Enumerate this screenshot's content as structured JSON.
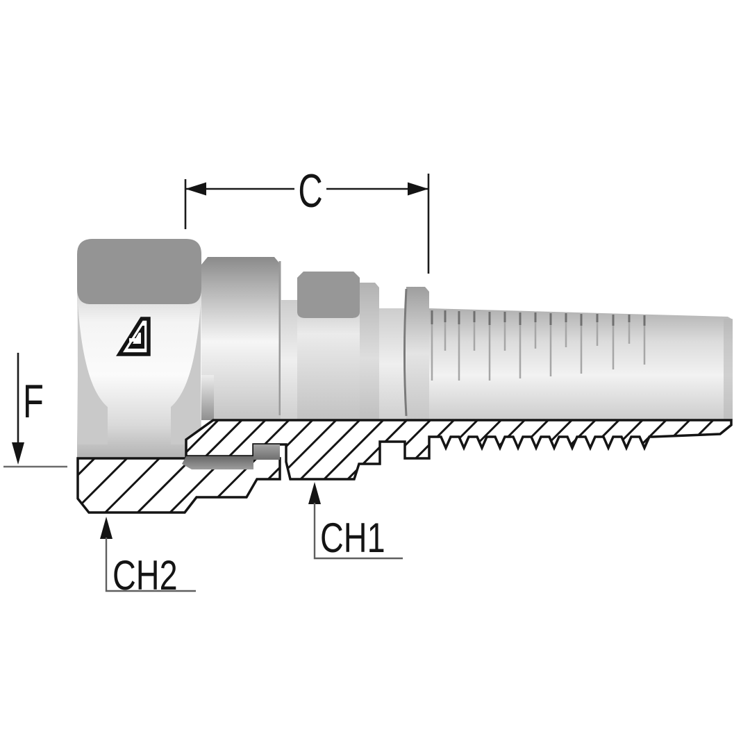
{
  "drawing": {
    "kind": "technical-drawing-hose-fitting-section",
    "background": "#ffffff"
  },
  "labels": {
    "c": "C",
    "f": "F",
    "ch1": "CH1",
    "ch2": "CH2"
  },
  "colors": {
    "background": "#ffffff",
    "outline": "#141414",
    "dimension_line": "#1a1a1a",
    "leader_line": "#5f5f5f",
    "baseline_gray": "#6b6b6b",
    "metal_dark": "#909090",
    "metal_mid": "#c6c6c6",
    "metal_light": "#f4f4f4",
    "shadow_band": "#6a6a6a",
    "logo": "#141414"
  }
}
